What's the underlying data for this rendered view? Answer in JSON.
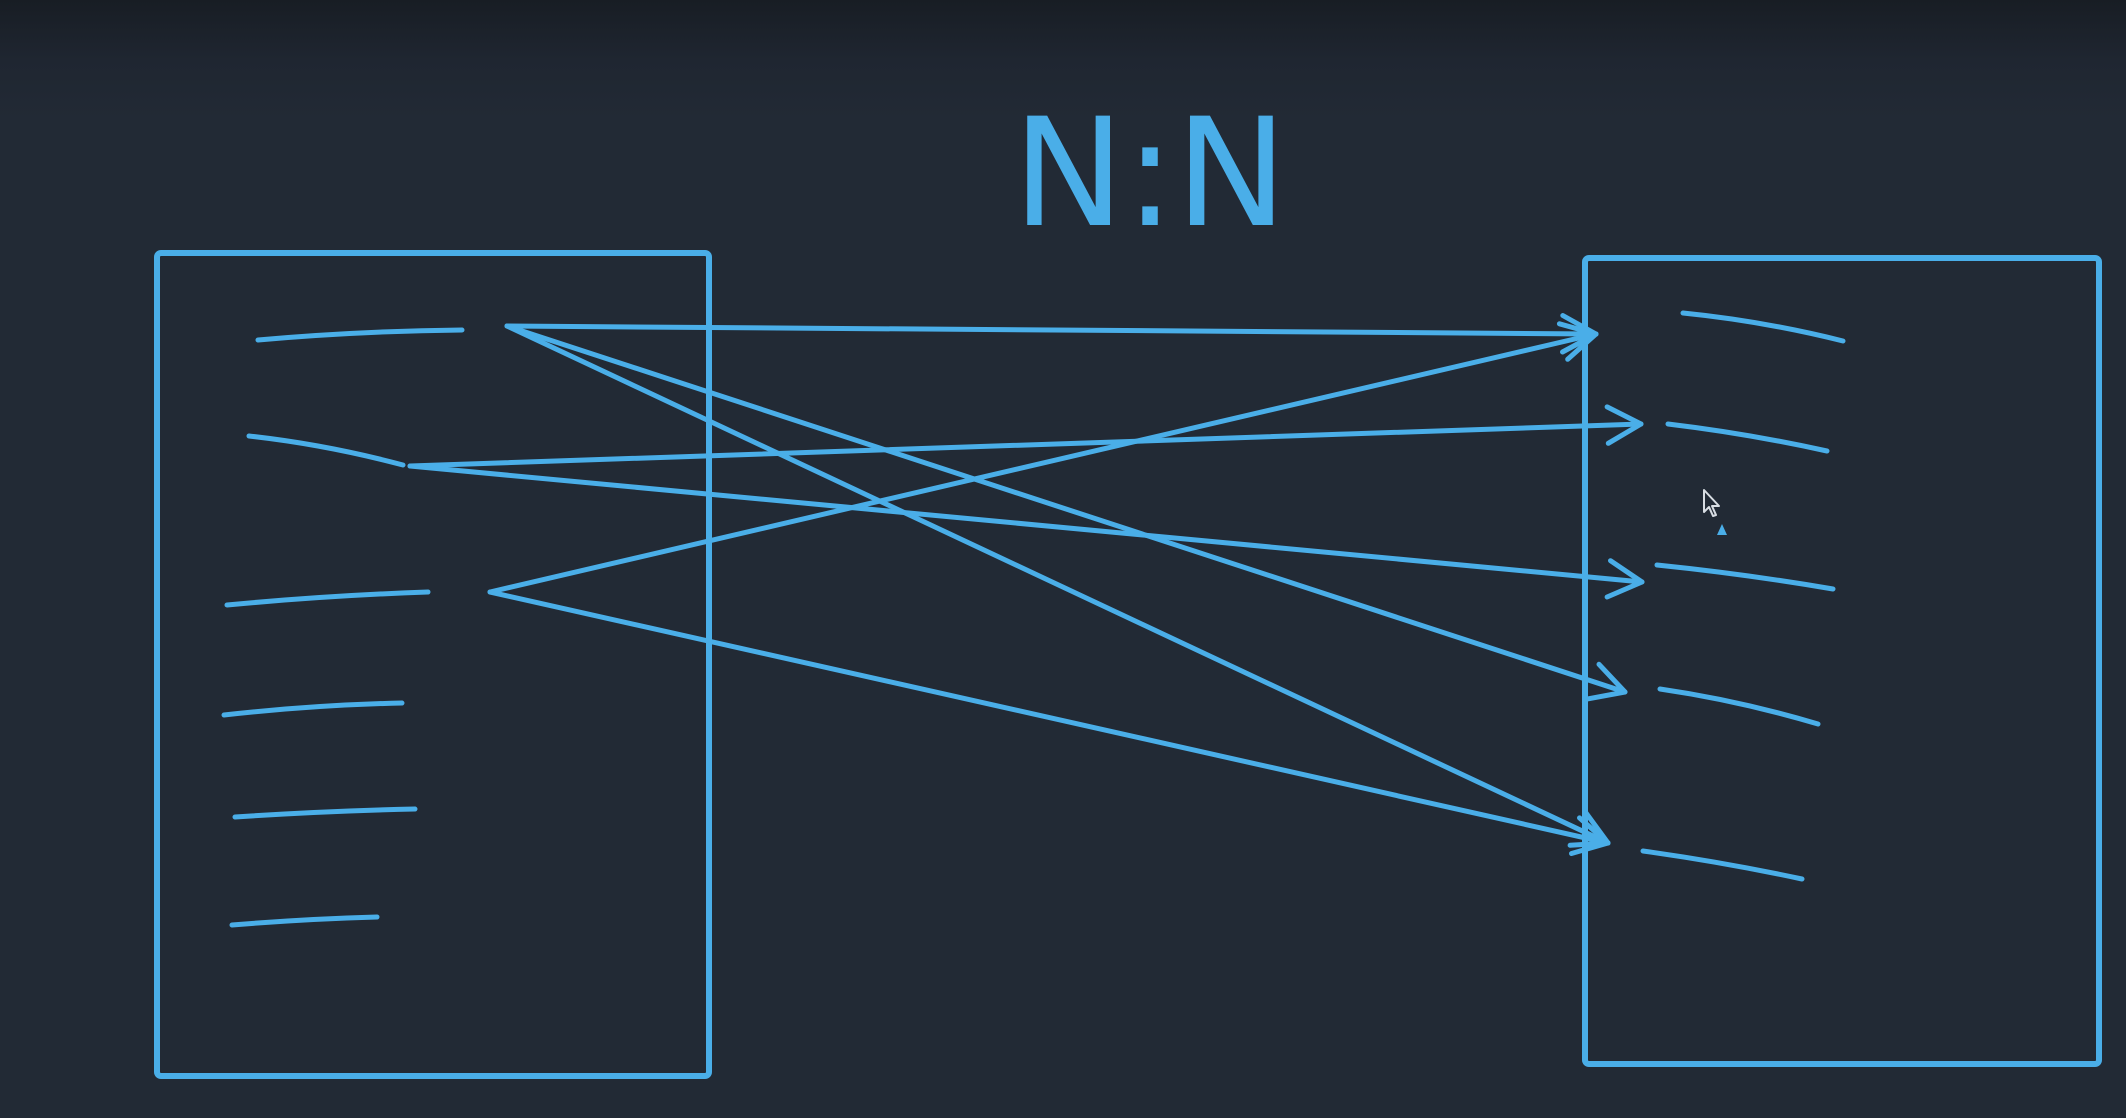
{
  "diagram": {
    "title": "N:N",
    "ink_color": "#4aaee8",
    "background_color": "#222a35",
    "left_entity": {
      "item_count": 6
    },
    "right_entity": {
      "item_count": 5
    },
    "relationships": [
      {
        "from_left_item": 1,
        "to_right_item": 1
      },
      {
        "from_left_item": 1,
        "to_right_item": 4
      },
      {
        "from_left_item": 1,
        "to_right_item": 5
      },
      {
        "from_left_item": 2,
        "to_right_item": 2
      },
      {
        "from_left_item": 2,
        "to_right_item": 3
      },
      {
        "from_left_item": 3,
        "to_right_item": 1
      },
      {
        "from_left_item": 3,
        "to_right_item": 5
      }
    ]
  }
}
